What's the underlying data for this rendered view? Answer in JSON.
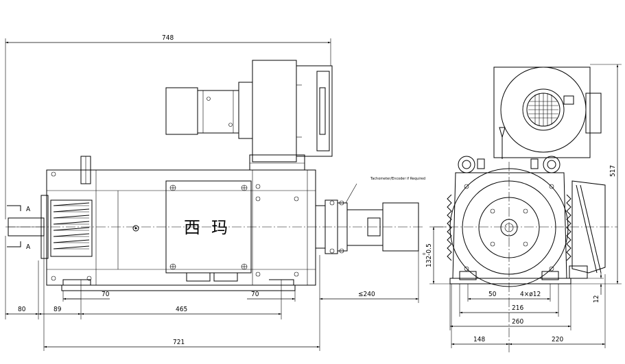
{
  "dimensions": {
    "overall_top": "748",
    "left_shaft": "80",
    "foot_edge": "89",
    "foot_span": "465",
    "foot_left_70": "70",
    "foot_right_70": "70",
    "overall_bottom": "721",
    "tacho_length": "≤240",
    "height_total": "517",
    "shaft_height": "132-0.5",
    "shaft_height_tol_upper": "0",
    "foot_50": "50",
    "holes": "4×ø12",
    "foot_216": "216",
    "width_260": "260",
    "left_148": "148",
    "right_220": "220",
    "foot_thickness": "12"
  },
  "labels": {
    "section_a_top": "A",
    "section_a_bottom": "A",
    "tacho_note": "Tachometer/Encoder if Required",
    "brand_char_1": "西",
    "brand_char_2": "玛"
  }
}
